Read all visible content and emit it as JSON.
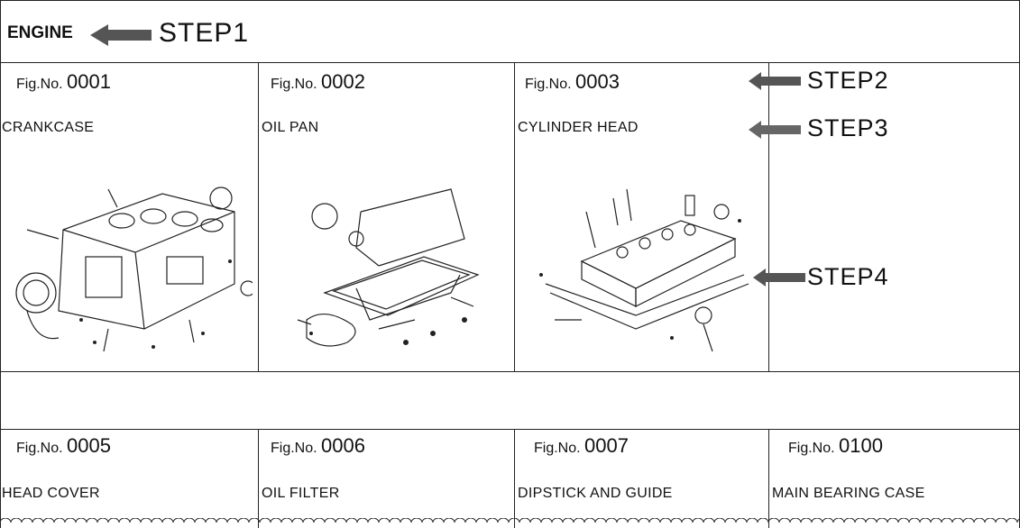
{
  "header": {
    "section": "ENGINE",
    "step1": "STEP1"
  },
  "steps": {
    "step2": "STEP2",
    "step3": "STEP3",
    "step4": "STEP4"
  },
  "fig_prefix": "Fig.No.",
  "row1": [
    {
      "prefix": "Fig.No.",
      "number": "0001",
      "name": "CRANKCASE",
      "image": "crankcase-illustration"
    },
    {
      "prefix": "Fig.No.",
      "number": "0002",
      "name": "OIL PAN",
      "image": "oil-pan-illustration"
    },
    {
      "prefix": "Fig.No.",
      "number": "0003",
      "name": "CYLINDER HEAD",
      "image": "cylinder-head-illustration"
    }
  ],
  "row2": [
    {
      "prefix": "Fig.No.",
      "number": "0005",
      "name": "HEAD COVER"
    },
    {
      "prefix": "Fig.No.",
      "number": "0006",
      "name": "OIL FILTER"
    },
    {
      "prefix": "Fig.No.",
      "number": "0007",
      "name": "DIPSTICK AND GUIDE"
    },
    {
      "prefix": "Fig.No.",
      "number": "0100",
      "name": "MAIN BEARING CASE"
    }
  ],
  "colors": {
    "ink": "#111111",
    "arrow": "#555555"
  }
}
